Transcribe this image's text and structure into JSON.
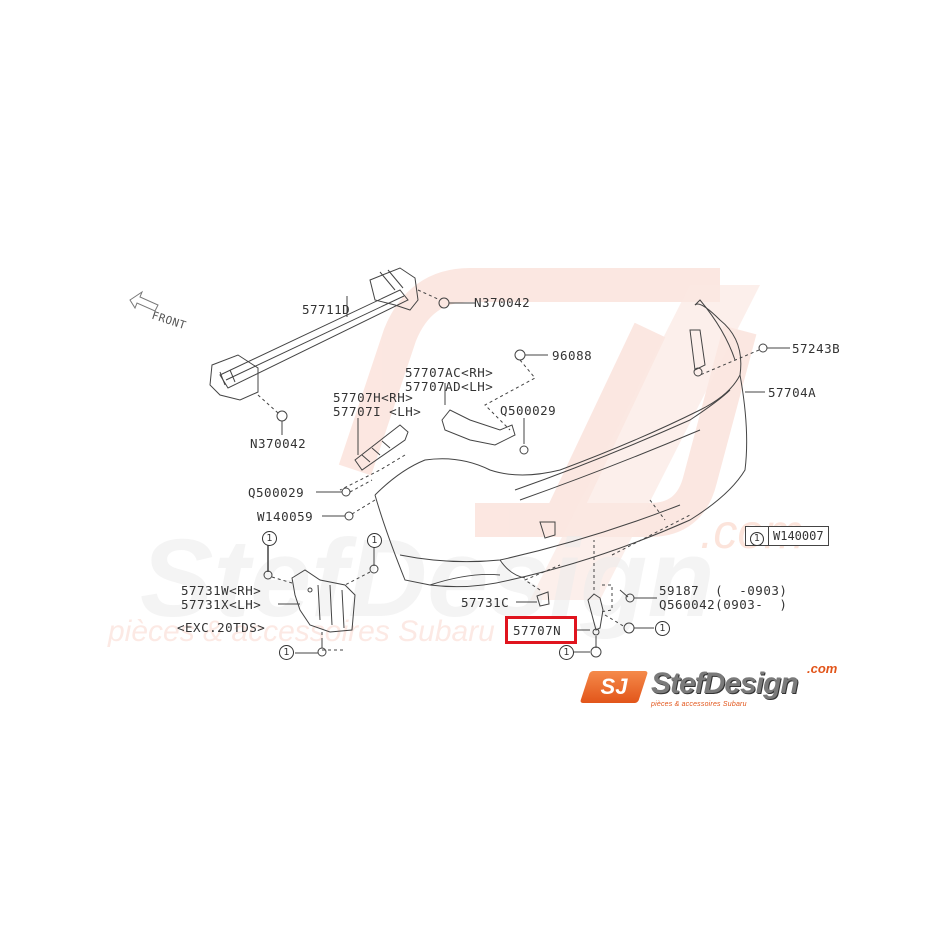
{
  "diagram": {
    "title": "Rear bumper parts diagram",
    "direction_label": "FRONT",
    "highlighted_part": "57707N",
    "highlight_color": "#e0141e",
    "labels": {
      "beam": "57711D",
      "nut_top": "N370042",
      "nut_bottom": "N370042",
      "clip_96088": "96088",
      "plug": "57243B",
      "bumper_face": "57704A",
      "bracket_ac": "57707AC<RH>",
      "bracket_ad": "57707AD<LH>",
      "bolt_right": "Q500029",
      "bracket_h": "57707H<RH>",
      "bracket_i": "57707I <LH>",
      "bolt_left": "Q500029",
      "washer": "W140059",
      "mudguard_w": "57731W<RH>",
      "mudguard_x": "57731X<LH>",
      "exc_note": "<EXC.20TDS>",
      "cap": "57731C",
      "screw_59187": "59187  (  -0903)",
      "screw_q560042": "Q560042(0903-  )",
      "bracket_n": "57707N"
    },
    "callout": {
      "number": "1",
      "code": "W140007"
    },
    "ref_marker": "1"
  },
  "watermark": {
    "brand": "StefDesign",
    "domain": ".com",
    "tagline": "pièces & accessoires Subaru",
    "accent": "#e2551a"
  },
  "logo": {
    "badge": "SJ",
    "name": "StefDesign",
    "com": ".com",
    "tagline": "pièces & accessoires Subaru"
  }
}
